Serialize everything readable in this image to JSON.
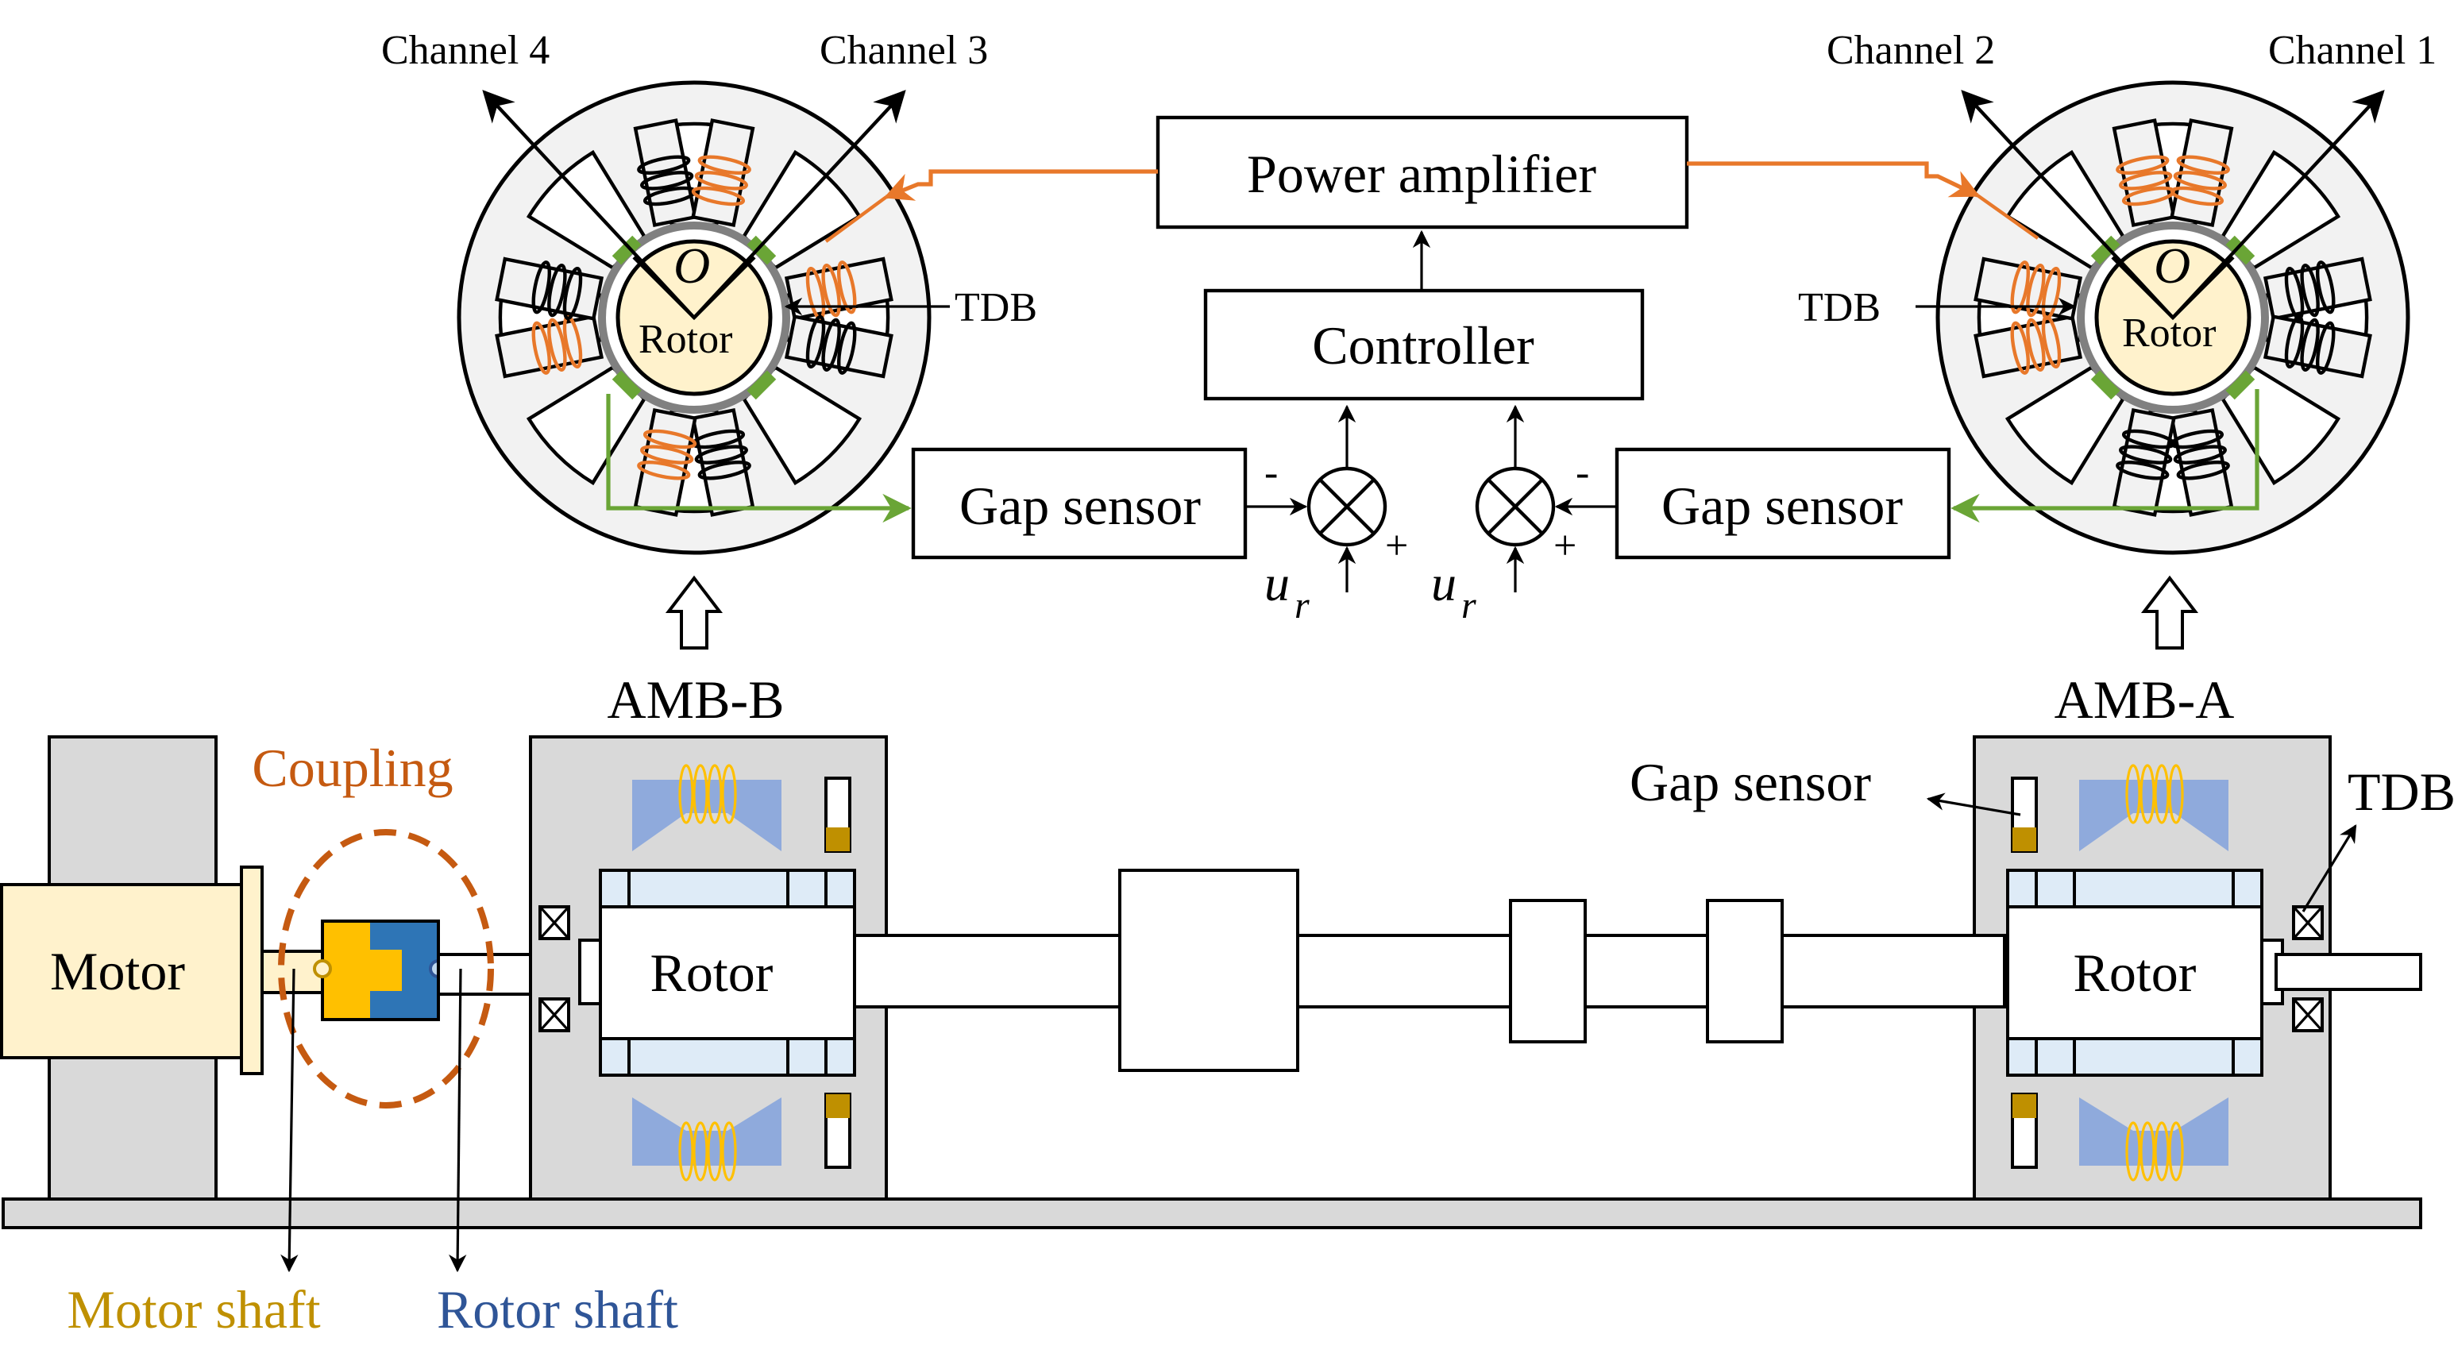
{
  "diagram": {
    "top": {
      "amb_b_stator": {
        "channel_left": "Channel 4",
        "channel_right": "Channel 3",
        "center": "O",
        "rotor": "Rotor",
        "tdb": "TDB"
      },
      "amb_a_stator": {
        "channel_left": "Channel 2",
        "channel_right": "Channel 1",
        "center": "O",
        "rotor": "Rotor",
        "tdb": "TDB"
      },
      "power_amplifier": "Power amplifier",
      "controller": "Controller",
      "gap_sensor_left": "Gap sensor",
      "gap_sensor_right": "Gap sensor",
      "sum_left": {
        "minus": "-",
        "plus": "+",
        "reference": "u",
        "reference_sub": "r"
      },
      "sum_right": {
        "minus": "-",
        "plus": "+",
        "reference": "u",
        "reference_sub": "r"
      }
    },
    "bottom": {
      "amb_b_label": "AMB-B",
      "amb_a_label": "AMB-A",
      "motor": "Motor",
      "coupling": "Coupling",
      "rotor_b": "Rotor",
      "rotor_a": "Rotor",
      "gap_sensor": "Gap sensor",
      "tdb": "TDB",
      "motor_shaft": "Motor shaft",
      "rotor_shaft": "Rotor shaft"
    },
    "colors": {
      "power_line": "#E8782A",
      "sensor_line": "#6AA536",
      "coil_orange": "#E8782A",
      "coupling_ring": "#C55A11",
      "motor_shaft_text": "#BF9000",
      "rotor_shaft_text": "#2F5597",
      "coupling_yellow": "#FFC000",
      "coupling_blue": "#2E75B6",
      "stator_fill": "#F2F2F2",
      "rotor_fill": "#FFF2CC",
      "housing_gray": "#D9D9D9",
      "magnet_blue": "#8FAADC",
      "sensor_gold": "#BF9000",
      "sleeve_blue": "#DEEBF7"
    }
  }
}
